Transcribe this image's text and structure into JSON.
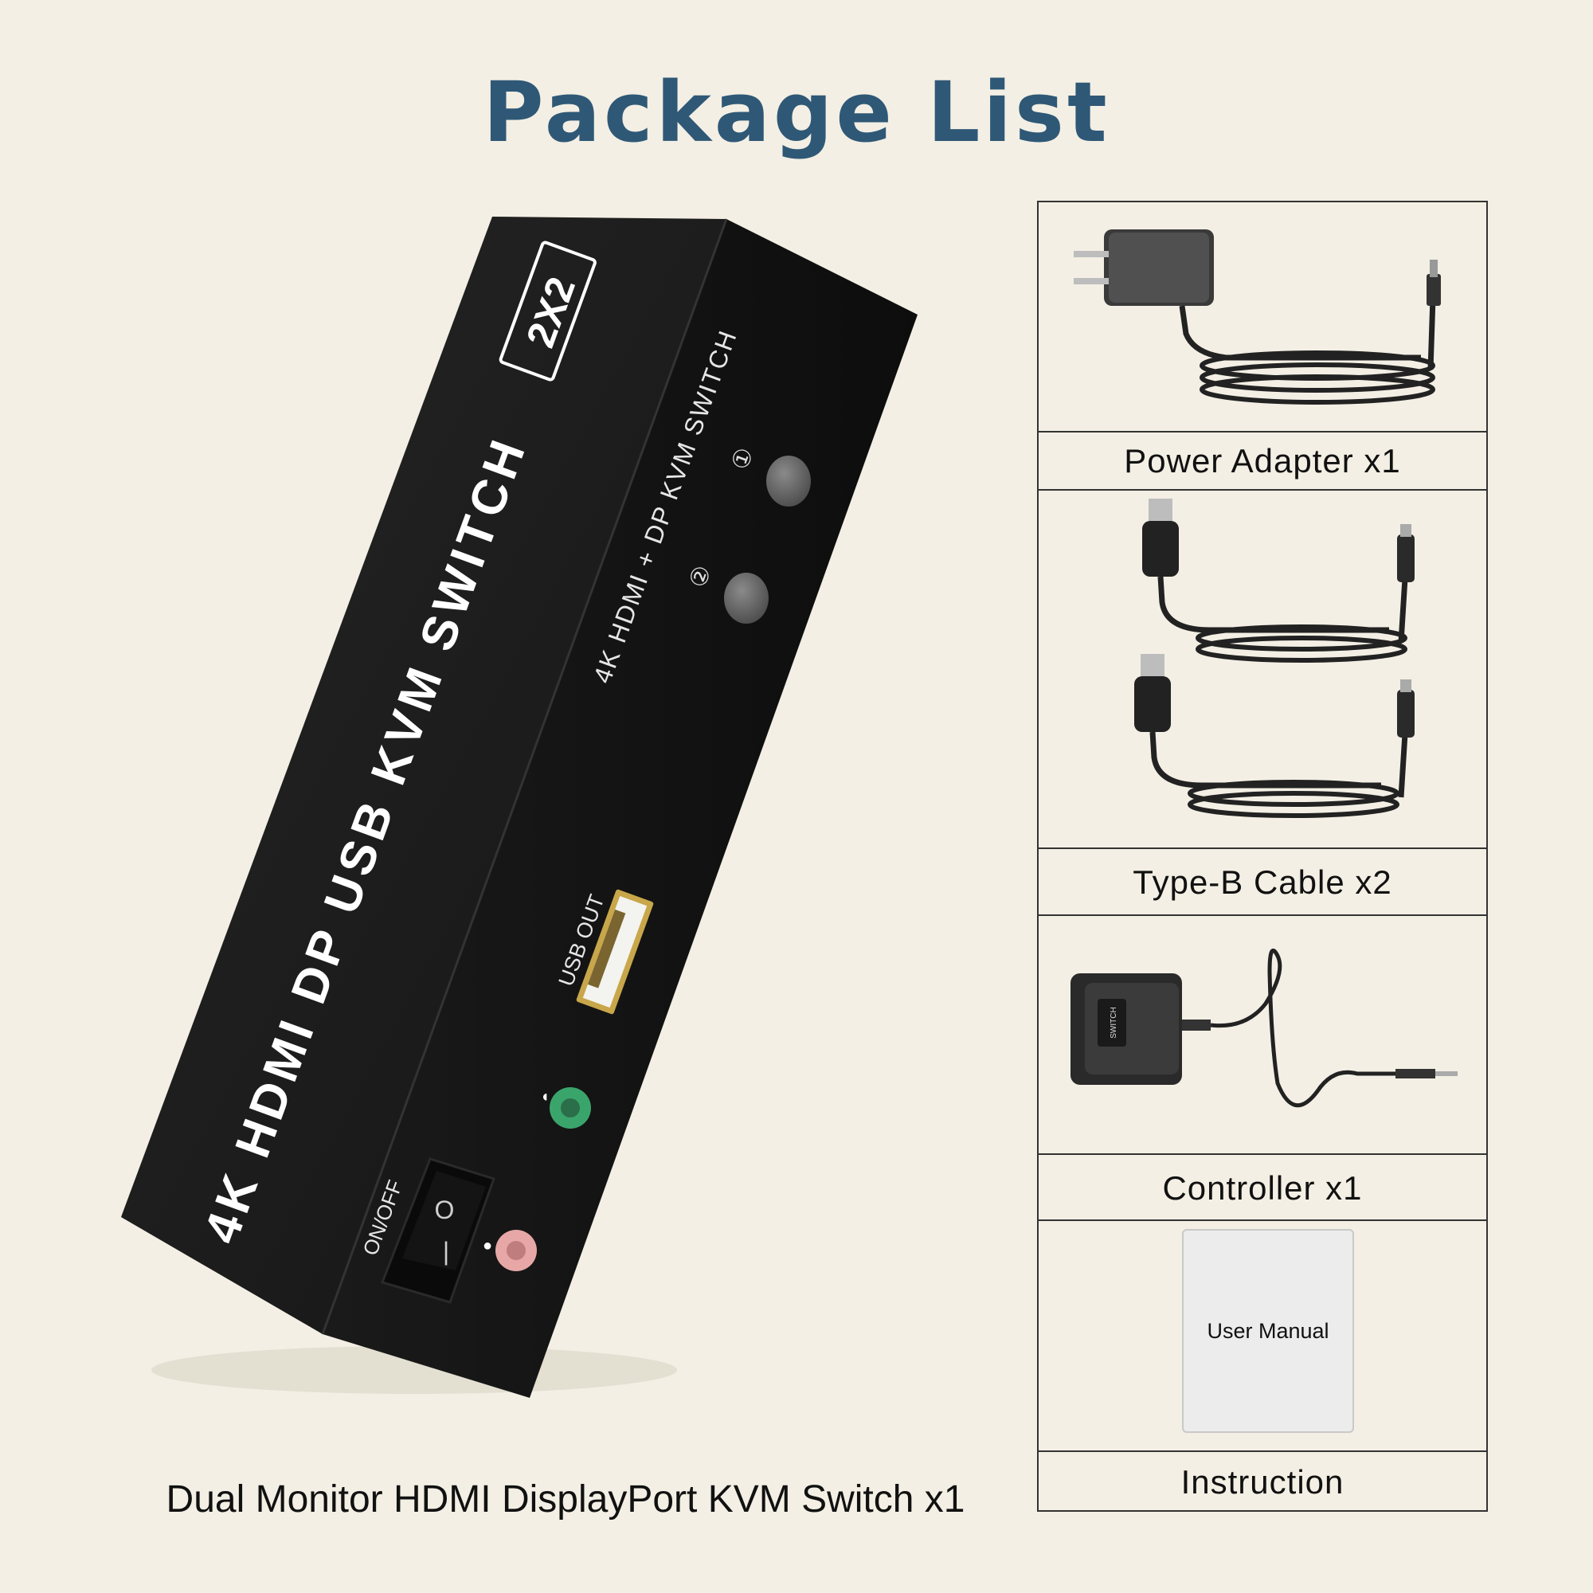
{
  "title": "Package List",
  "product": {
    "caption": "Dual Monitor HDMI DisplayPort KVM Switch x1",
    "front_label": "4K HDMI DP USB KVM SWITCH",
    "badge": "2X2",
    "side_label": "4K HDMI + DP KVM SWITCH",
    "button_1": "①",
    "button_2": "②",
    "usb_port_label": "USB OUT",
    "power_label": "ON/OFF",
    "power_on": "|",
    "power_off": "O"
  },
  "package_items": [
    {
      "name": "Power Adapter x1",
      "icon": "power-adapter"
    },
    {
      "name": "Type-B Cable x2",
      "icon": "usb-type-b-cable"
    },
    {
      "name": "Controller x1",
      "icon": "wired-switch-controller",
      "device_text": "SWITCH"
    },
    {
      "name": "Instruction",
      "icon": "user-manual",
      "cover_text": "User Manual"
    }
  ],
  "colors": {
    "background": "#f3efe4",
    "title": "#2f5876",
    "device_body": "#1b1b1b",
    "audio_green": "#3aa56b",
    "audio_pink": "#e7a7a7"
  }
}
